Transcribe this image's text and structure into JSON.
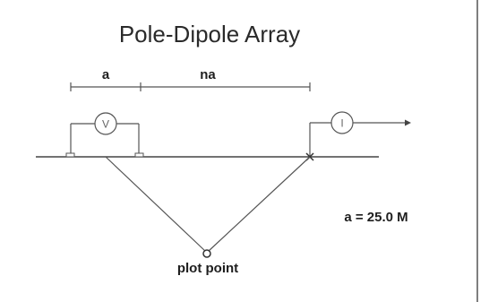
{
  "title": "Pole-Dipole Array",
  "spacing_labels": {
    "a": "a",
    "na": "na"
  },
  "meters": {
    "voltmeter": "V",
    "current_meter": "I"
  },
  "spacing_value": "a = 25.0 M",
  "plot_point_label": "plot point",
  "colors": {
    "line": "#555555",
    "text": "#222222",
    "background": "#ffffff"
  }
}
